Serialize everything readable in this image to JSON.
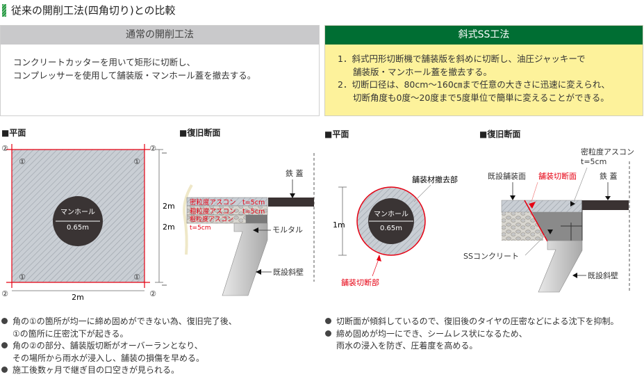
{
  "title": "従来の開削工法(四角切り)との比較",
  "conventional": {
    "header": "通常の開削工法",
    "lines": [
      "コンクリートカッターを用いて矩形に切断し、",
      "コンプレッサーを使用して舗装版・マンホール蓋を撤去する。"
    ]
  },
  "ss": {
    "header": "斜式SS工法",
    "lines": [
      "1．斜式円形切断機で舗装版を斜めに切断し、油圧ジャッキーで",
      "舗装版・マンホール蓋を撤去する。",
      "2．切断口径は、80cm～160㎝まで任意の大きさに迅速に変えられ、",
      "切断角度も0度～20度まで5度単位で簡単に変えることができる。"
    ]
  },
  "left_plan": {
    "label": "■平面",
    "manhole": "マンホール",
    "diameter": "0.65m",
    "mark1": "①",
    "mark2": "②",
    "dim_w": "2m",
    "dim_h": "2m"
  },
  "left_section": {
    "label": "■復旧断面",
    "layer1": "密粒度アスコン　t=5cm",
    "layer2": "粗粒度アスコン　t=5cm",
    "layer3a": "粗粒度アスコン",
    "layer3b": "t=5cm",
    "lid": "鉄 蓋",
    "mortar": "モルタル",
    "wall": "既設斜壁",
    "dim": "2m"
  },
  "right_plan": {
    "label": "■平面",
    "removed": "舗装材撤去部",
    "cut": "舗装切断部",
    "manhole": "マンホール",
    "diameter": "0.65m",
    "dim": "1m"
  },
  "right_section": {
    "label": "■復旧断面",
    "asphalt1": "密粒度アスコン",
    "asphalt2": "t=5cm",
    "existing": "既設舗装面",
    "cut_face": "舗装切断面",
    "lid": "鉄 蓋",
    "concrete": "SSコンクリート",
    "wall": "既設斜壁"
  },
  "left_bullets": [
    {
      "t": "角の①の箇所が均一に締め固めができない為、復旧完了後、",
      "c": "①の箇所に圧密沈下が起きる。"
    },
    {
      "t": "角の②の部分、舗装版切断がオーバーランとなり、",
      "c": "その場所から雨水が浸入し、舗装の損傷を早める。"
    },
    {
      "t": "施工後数ヶ月で継ぎ目の口空きが見られる。",
      "c": ""
    }
  ],
  "right_bullets": [
    {
      "t": "切断面が傾斜しているので、復旧後のタイヤの圧密などによる沈下を抑制。",
      "c": ""
    },
    {
      "t": "締め固めが均一にでき、シームレス状になるため、",
      "c": "雨水の浸入を防ぎ、圧着度を高める。"
    }
  ],
  "colors": {
    "green": "#006e33",
    "yellow": "#fdf29b",
    "red": "#e60012"
  }
}
